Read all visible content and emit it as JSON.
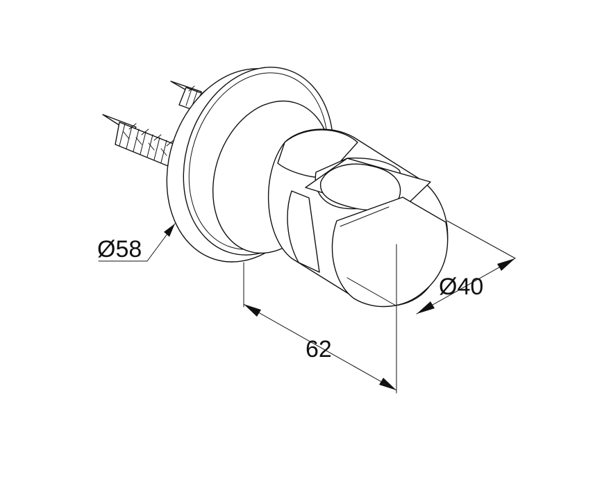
{
  "dimensions": {
    "backplate_diameter": "Ø58",
    "projection_length": "62",
    "holder_diameter": "Ø40"
  }
}
